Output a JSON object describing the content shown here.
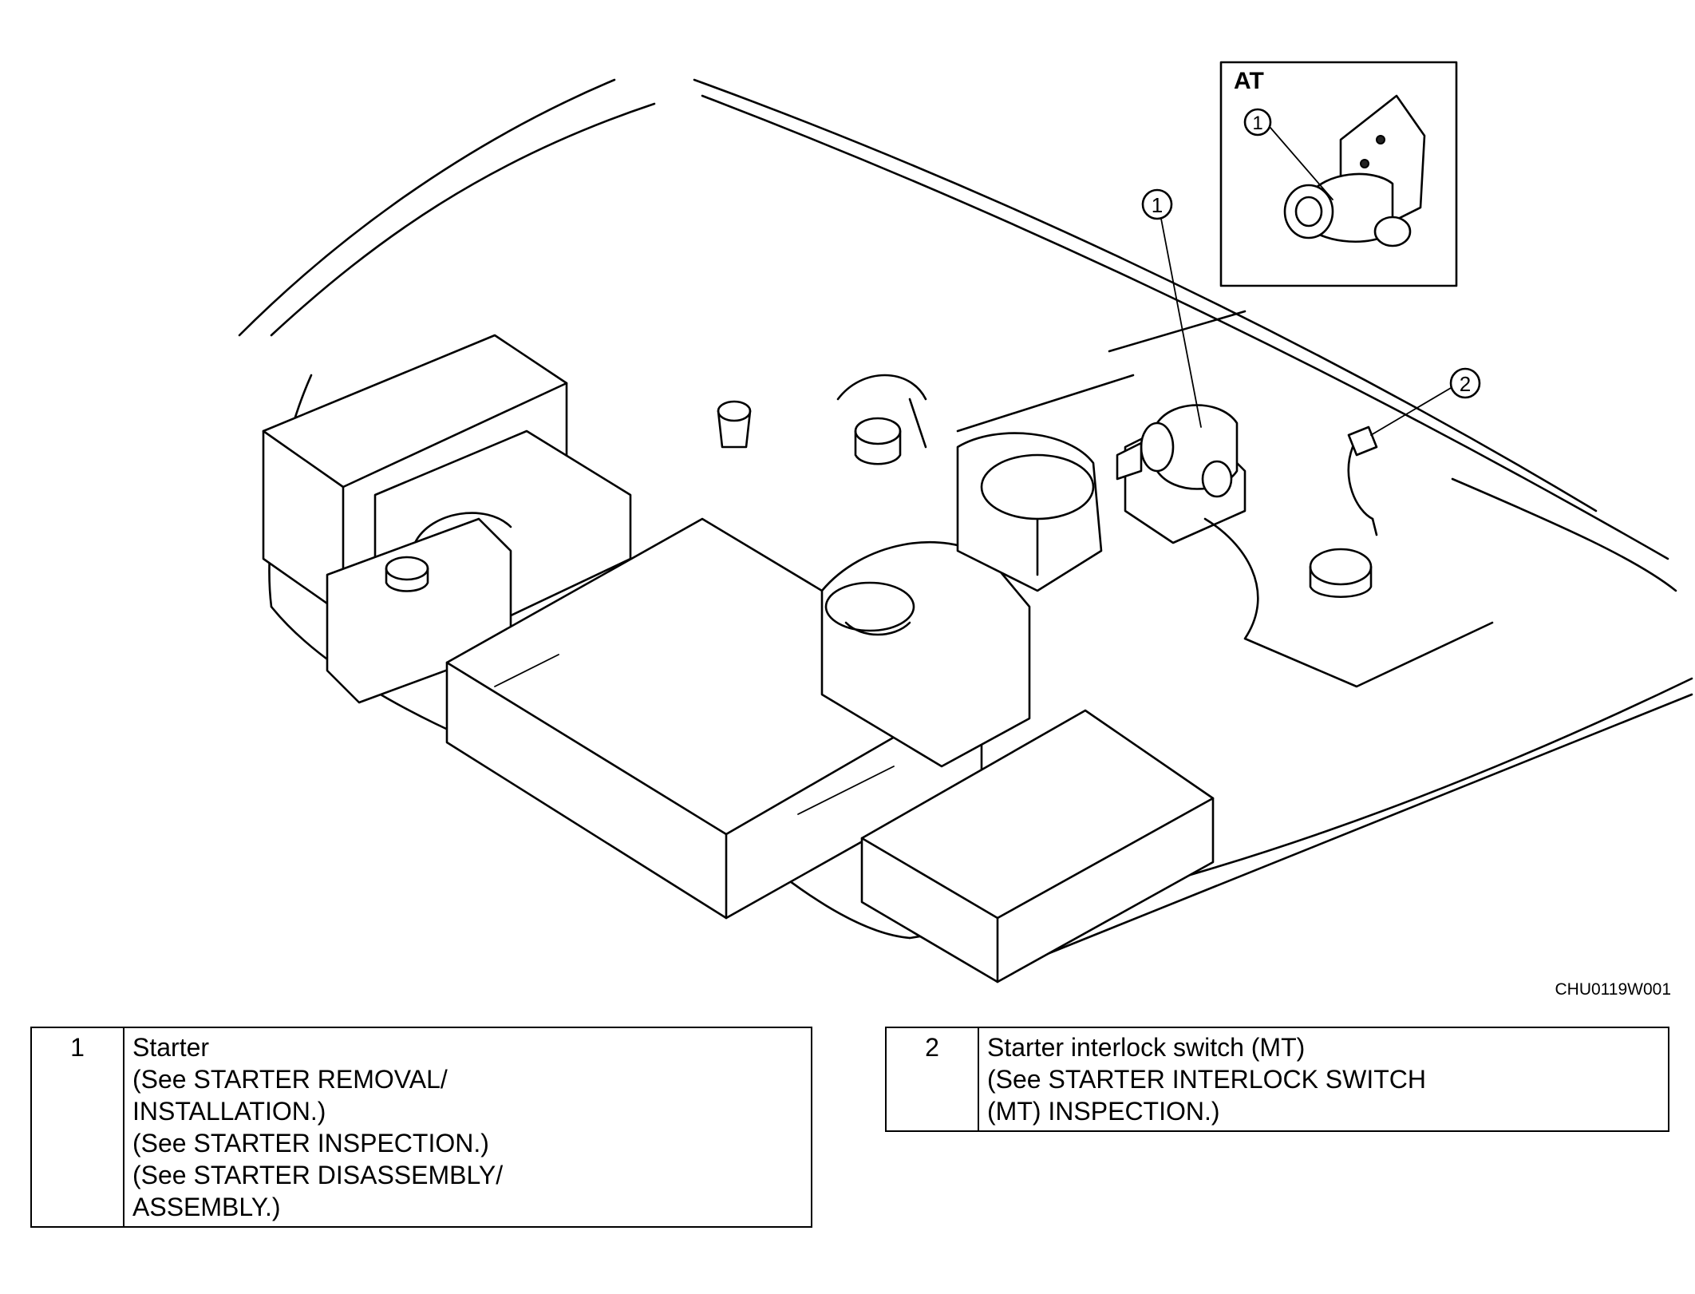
{
  "diagram": {
    "inset_label": "AT",
    "callout_1": "1",
    "callout_1_inset": "1",
    "callout_2": "2",
    "figure_code": "CHU0119W001"
  },
  "legend": [
    {
      "number": "1",
      "lines": [
        "Starter",
        "(See STARTER REMOVAL/",
        "INSTALLATION.)",
        "(See STARTER INSPECTION.)",
        "(See STARTER DISASSEMBLY/",
        "ASSEMBLY.)"
      ]
    },
    {
      "number": "2",
      "lines": [
        "Starter interlock switch (MT)",
        "(See STARTER INTERLOCK SWITCH",
        "(MT) INSPECTION.)"
      ]
    }
  ]
}
